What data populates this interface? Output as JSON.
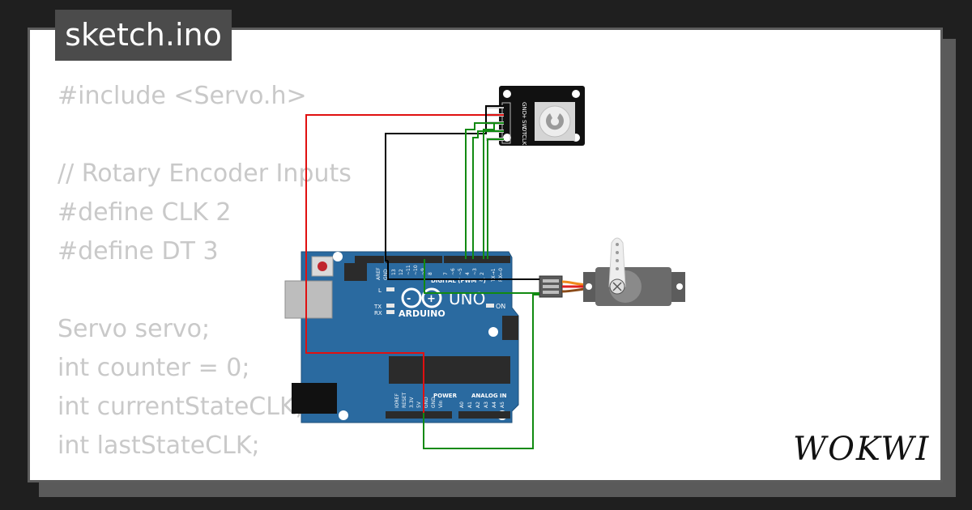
{
  "window": {
    "title": "sketch.ino"
  },
  "code_lines": [
    "#include <Servo.h>",
    "",
    "// Rotary Encoder Inputs",
    "#define CLK 2",
    "#define DT 3",
    "",
    "Servo servo;",
    "int counter = 0;",
    "int currentStateCLK;",
    "int lastStateCLK;"
  ],
  "brand": {
    "name": "WOKWI"
  },
  "arduino": {
    "board_name": "UNO",
    "logo_text": "ARDUINO",
    "digital_label": "DIGITAL (PWM ~)",
    "power_label": "POWER",
    "analog_label": "ANALOG IN",
    "on_label": "ON",
    "tx_label": "TX",
    "rx_label": "RX",
    "l_label": "L",
    "aref_label": "AREF",
    "gnd_label": "GND",
    "digital_pins": [
      "13",
      "12",
      "~11",
      "~10",
      "~9",
      "8",
      "7",
      "~6",
      "~5",
      "4",
      "~3",
      "2",
      "TX→1",
      "RX←0"
    ],
    "power_pins": [
      "IOREF",
      "RESET",
      "3.3V",
      "5V",
      "GND",
      "GND",
      "Vin"
    ],
    "analog_pins": [
      "A0",
      "A1",
      "A2",
      "A3",
      "A4",
      "A5"
    ]
  },
  "encoder": {
    "pin_labels": [
      "GND",
      "+",
      "SW",
      "DT",
      "CLK"
    ]
  },
  "colors": {
    "background": "#1f1f1f",
    "card": "#ffffff",
    "tab": "#4b4b4b",
    "code_text": "#c9c9c9",
    "board": "#2a6aa0",
    "wire_red": "#e01010",
    "wire_black": "#000000",
    "wire_green": "#118a11"
  }
}
